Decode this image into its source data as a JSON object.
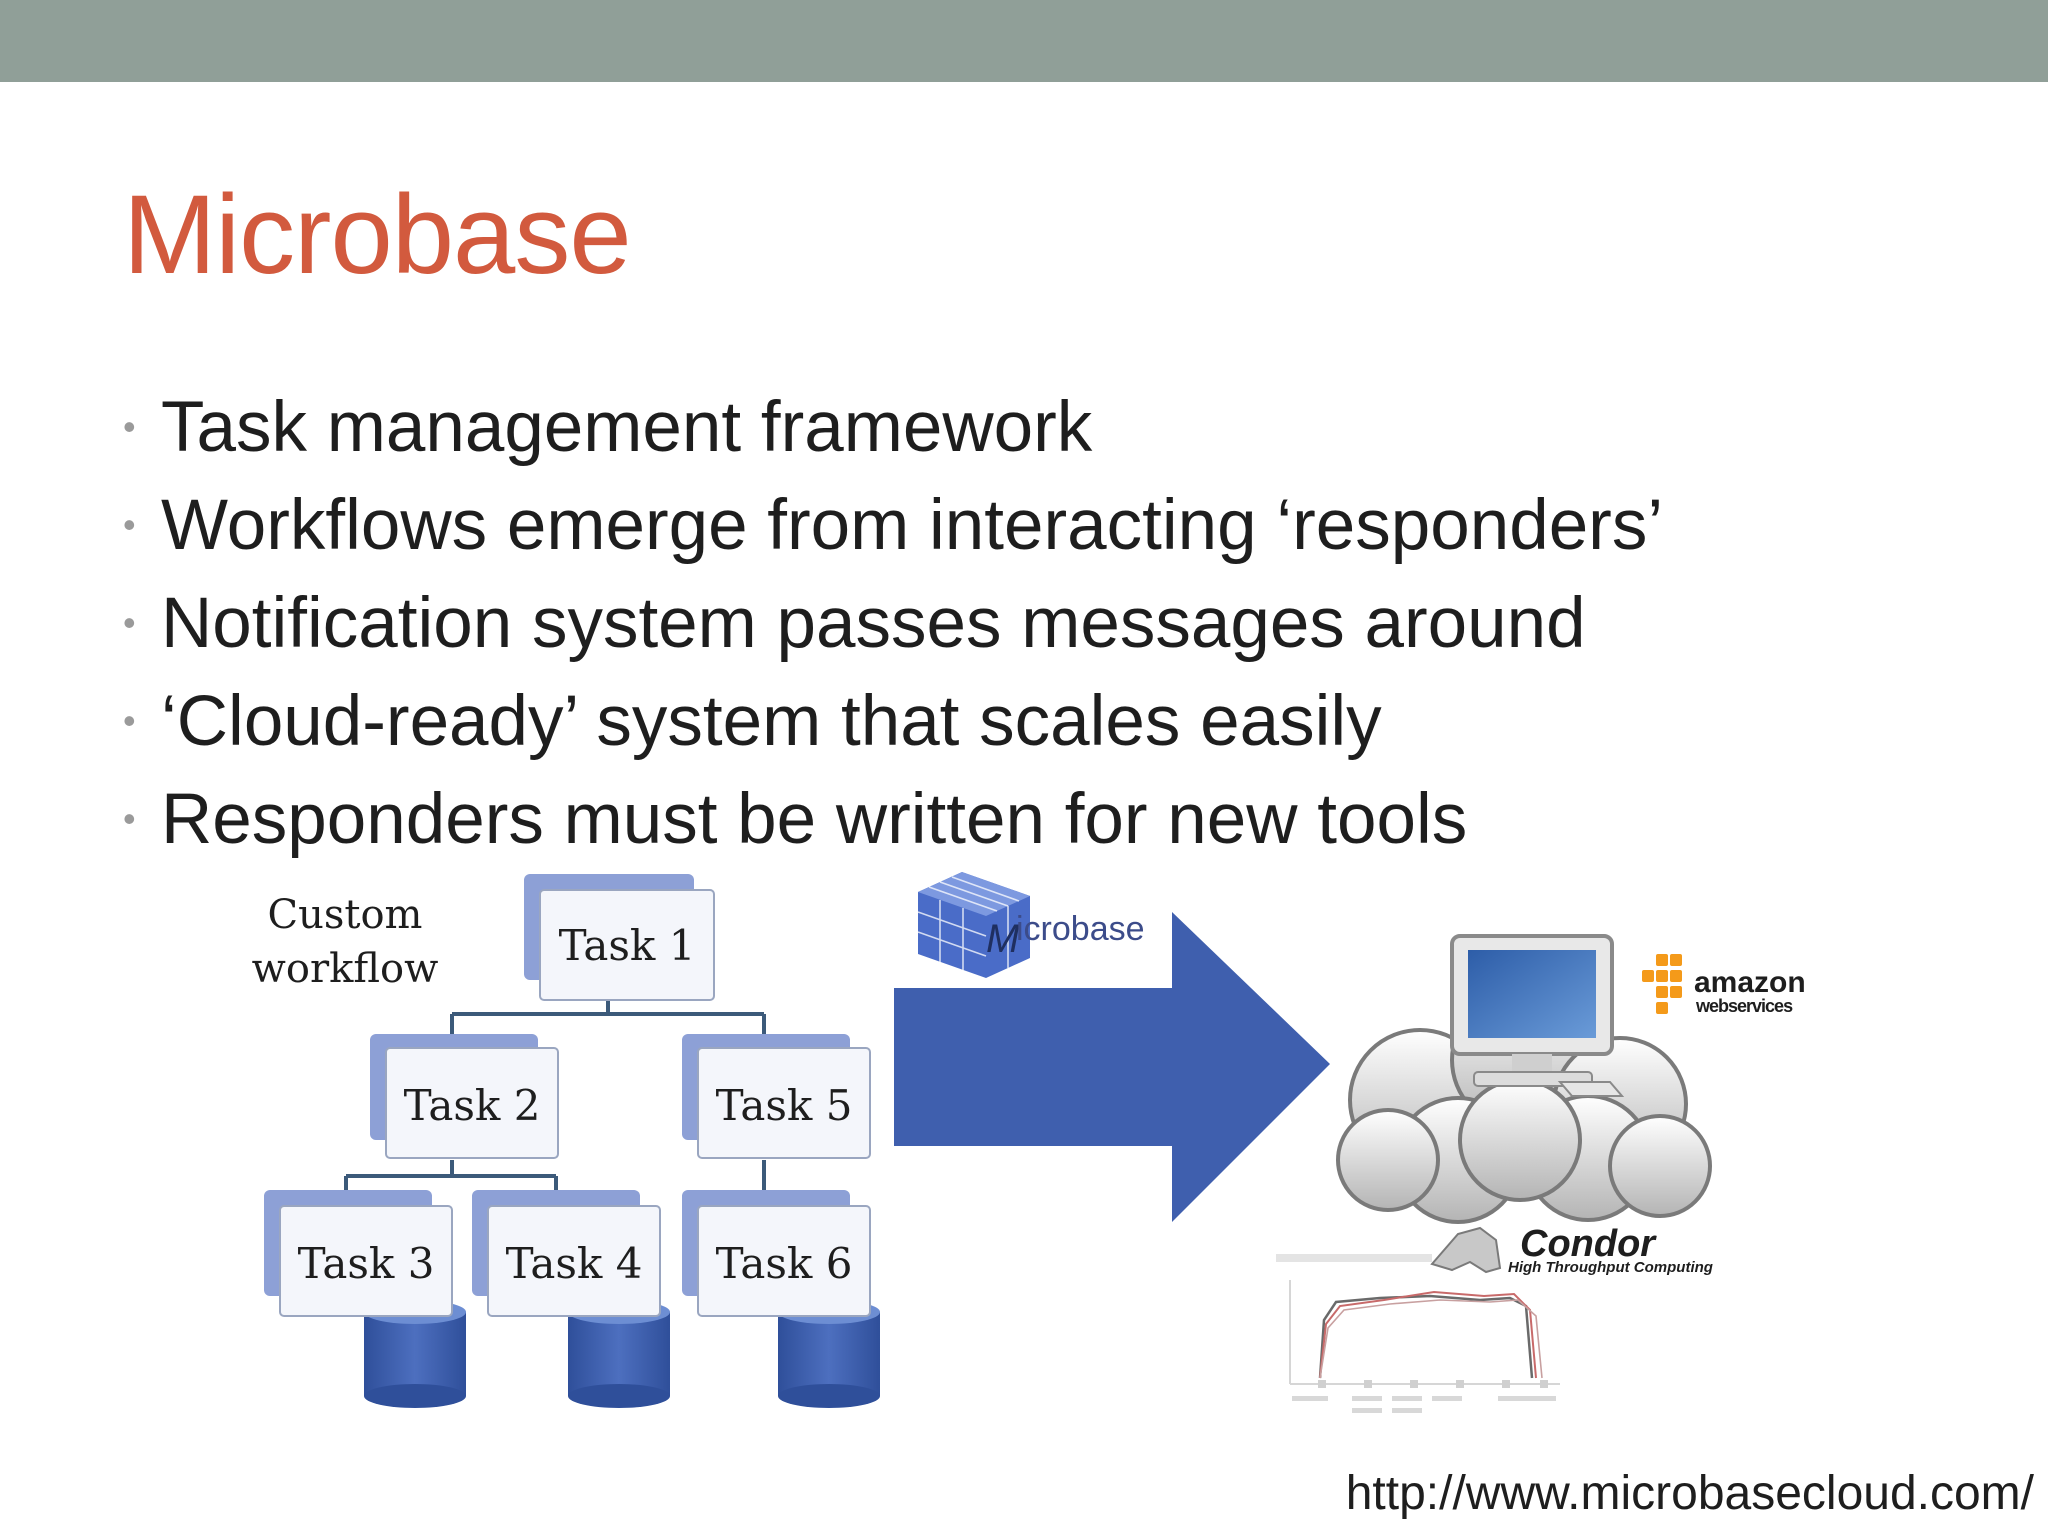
{
  "slide": {
    "title": "Microbase",
    "bullets": [
      "Task management framework",
      "Workflows emerge from interacting ‘responders’",
      "Notification system passes messages around",
      "‘Cloud-ready’ system that scales easily",
      "Responders must be written for new tools"
    ],
    "footer_url": "http://www.microbasecloud.com/"
  },
  "diagram": {
    "custom_workflow_label": [
      "Custom",
      "workflow"
    ],
    "tasks": [
      "Task 1",
      "Task 2",
      "Task 3",
      "Task 4",
      "Task 5",
      "Task 6"
    ],
    "microbase_logo_text": "icrobase",
    "microbase_logo_letter": "M",
    "aws_logo": {
      "line1": "amazon",
      "line2": "webservices"
    },
    "condor_logo": {
      "name": "Condor",
      "tagline": "High Throughput Computing"
    }
  },
  "colors": {
    "top_bar": "#909f98",
    "title": "#d25a3e",
    "bullet_dot": "#9a9a9a",
    "text": "#1e1e1e",
    "arrow": "#3f5fae",
    "database": "#3c5ca8",
    "task_shadow": "#8da0d6",
    "aws_orange": "#f49a1a"
  }
}
